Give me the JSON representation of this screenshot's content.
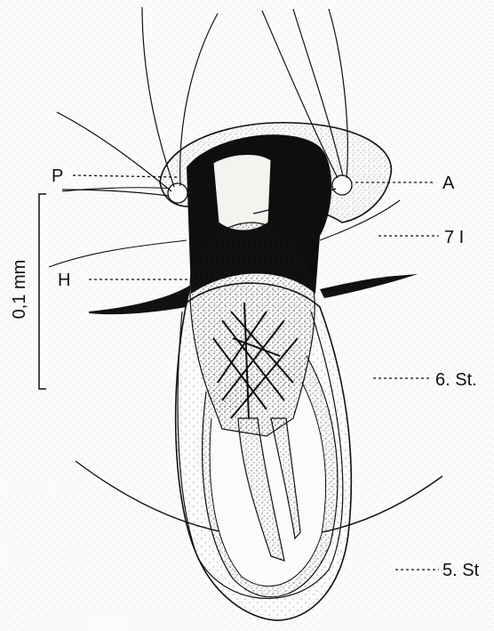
{
  "colors": {
    "paper": "#fbfbfa",
    "ink": "#111111",
    "stipple": "#222222"
  },
  "labels": {
    "p": "P",
    "h": "H",
    "a": "A",
    "seg7": "7 I",
    "st6": "6. St.",
    "st5": "5. St"
  },
  "scale_bar": {
    "label": "0,1 mm"
  }
}
